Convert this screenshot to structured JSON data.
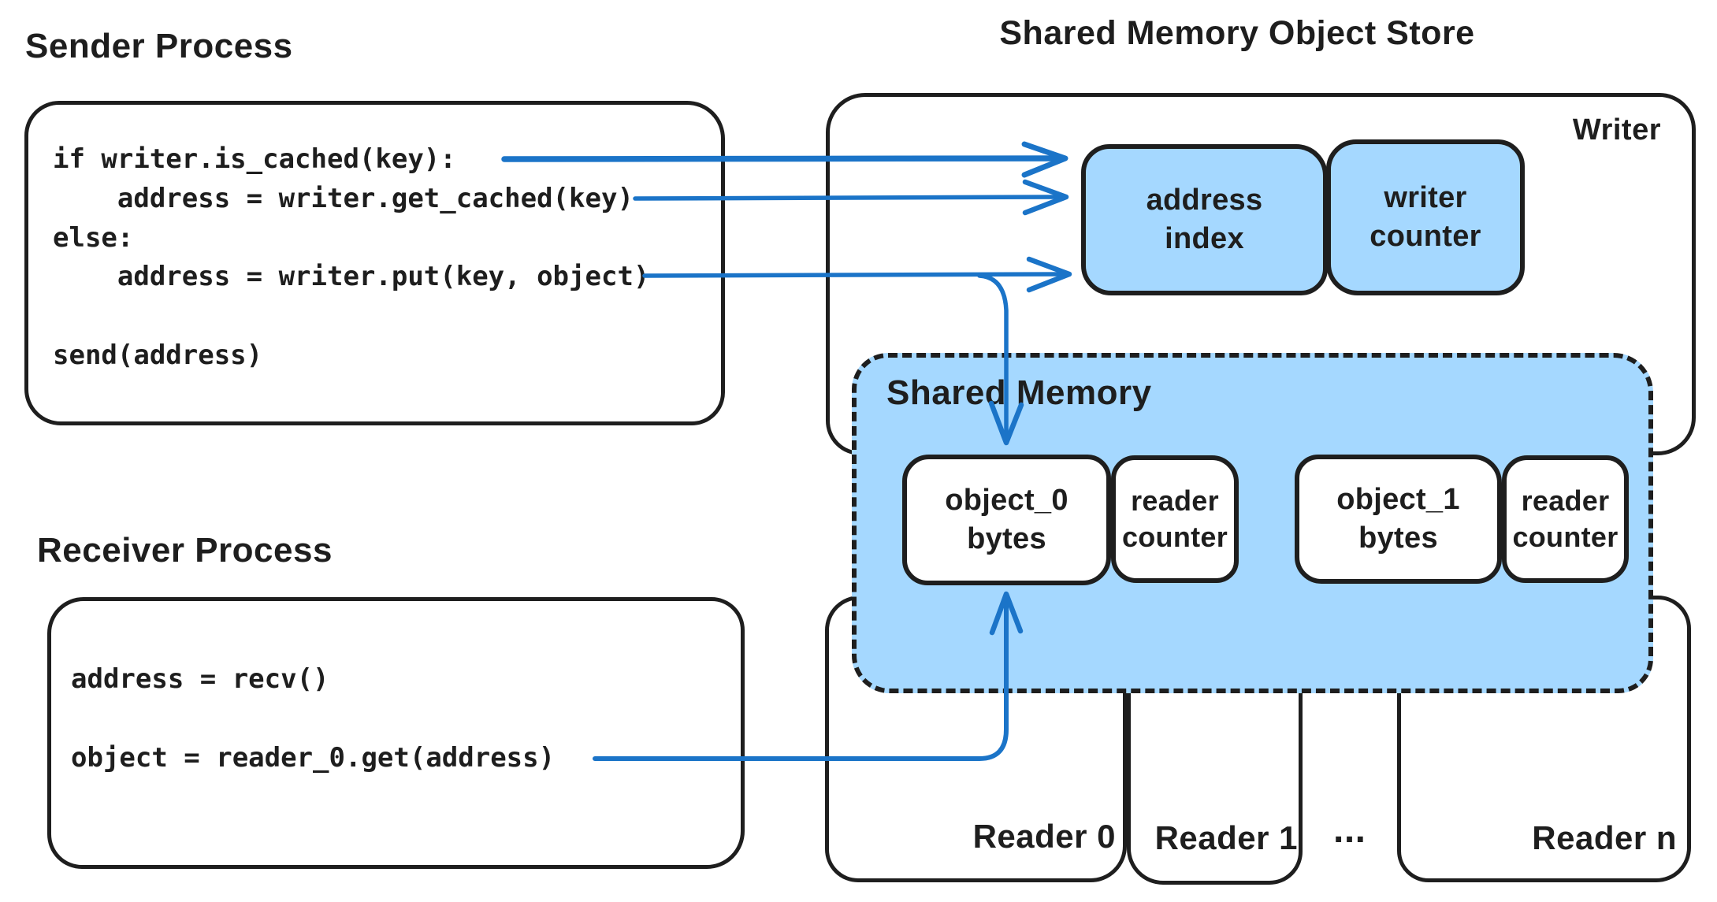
{
  "colors": {
    "ink": "#1e1e1e",
    "arrow_blue": "#1b74c8",
    "fill_light_blue": "#a5d8ff",
    "background": "#ffffff"
  },
  "sender": {
    "title": "Sender Process",
    "code": [
      "if writer.is_cached(key):",
      "    address = writer.get_cached(key)",
      "else:",
      "    address = writer.put(key, object)",
      "",
      "send(address)"
    ]
  },
  "receiver": {
    "title": "Receiver Process",
    "code": [
      "address = recv()",
      "",
      "object = reader_0.get(address)"
    ]
  },
  "store": {
    "title": "Shared Memory Object Store",
    "writer": {
      "label": "Writer"
    },
    "address_index": {
      "line1": "address",
      "line2": "index"
    },
    "writer_counter": {
      "line1": "writer",
      "line2": "counter"
    },
    "shared_memory": {
      "label": "Shared Memory",
      "slots": [
        {
          "object": {
            "line1": "object_0",
            "line2": "bytes"
          },
          "counter": {
            "line1": "reader",
            "line2": "counter"
          }
        },
        {
          "object": {
            "line1": "object_1",
            "line2": "bytes"
          },
          "counter": {
            "line1": "reader",
            "line2": "counter"
          }
        }
      ]
    },
    "readers": [
      {
        "label": "Reader 0"
      },
      {
        "label": "Reader 1"
      },
      {
        "label": "Reader n"
      }
    ],
    "readers_ellipsis": "..."
  }
}
